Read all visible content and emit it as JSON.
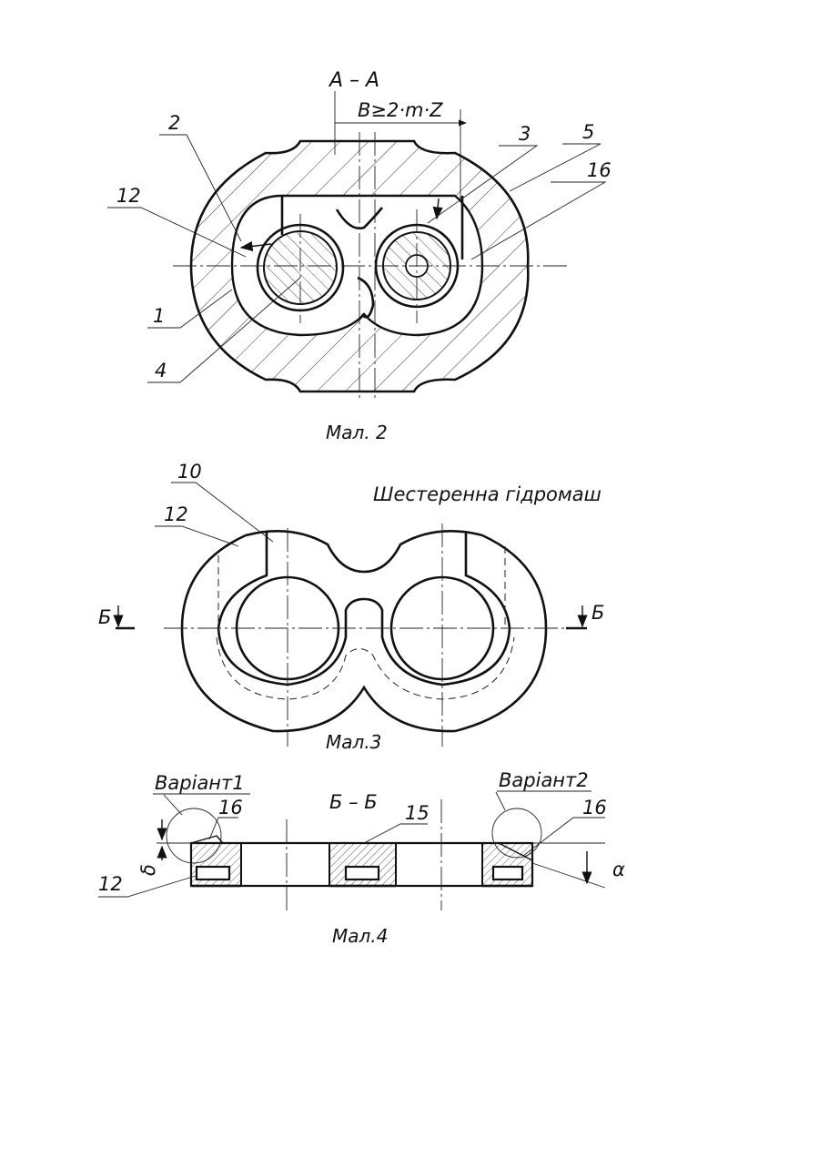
{
  "fig2": {
    "section_title": "А – А",
    "dimension": "B≥2·m·Z",
    "labels": {
      "l1": "1",
      "l2": "2",
      "l3": "3",
      "l4": "4",
      "l5": "5",
      "l12": "12",
      "l16": "16"
    },
    "caption": "Мал. 2"
  },
  "fig3": {
    "note": "Шестеренна гідромаш",
    "labels": {
      "l10": "10",
      "l12": "12"
    },
    "section_left": "Б",
    "section_right": "Б",
    "caption": "Мал.3"
  },
  "fig4": {
    "section_title": "Б – Б",
    "variant1": "Варіант1",
    "variant2": "Варіант2",
    "labels": {
      "l16a": "16",
      "l16b": "16",
      "l15": "15",
      "l12": "12",
      "delta": "δ",
      "alpha": "α"
    },
    "caption": "Мал.4"
  }
}
